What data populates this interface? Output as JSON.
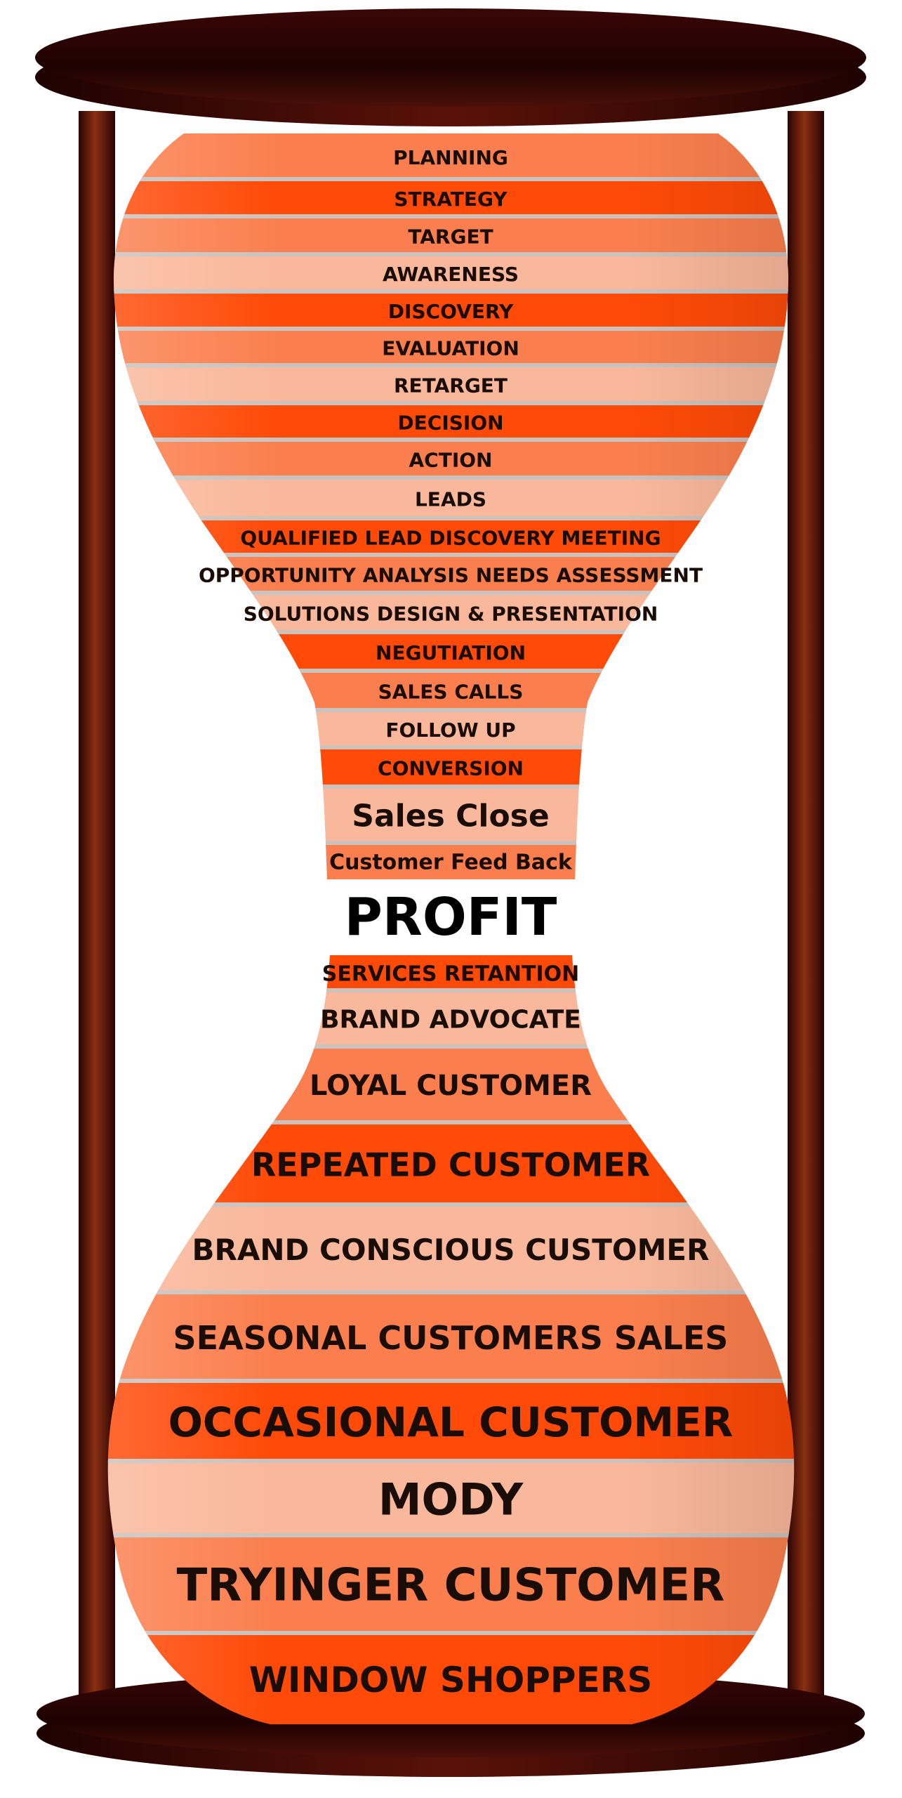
{
  "colors": {
    "wood_dark": "#2a0404",
    "wood_mid": "#5a1208",
    "band_deep": "#ff4a08",
    "band_mid": "#fb7f4e",
    "band_light": "#f9b89b",
    "separator": "#c9c2be"
  },
  "hourglass": {
    "top_stages": [
      {
        "label": "PLANNING",
        "tone": "mid"
      },
      {
        "label": "STRATEGY",
        "tone": "deep"
      },
      {
        "label": "TARGET",
        "tone": "mid"
      },
      {
        "label": "AWARENESS",
        "tone": "light"
      },
      {
        "label": "DISCOVERY",
        "tone": "deep"
      },
      {
        "label": "EVALUATION",
        "tone": "mid"
      },
      {
        "label": "RETARGET",
        "tone": "light"
      },
      {
        "label": "DECISION",
        "tone": "deep"
      },
      {
        "label": "ACTION",
        "tone": "mid"
      },
      {
        "label": "LEADS",
        "tone": "light"
      },
      {
        "label": "QUALIFIED LEAD DISCOVERY MEETING",
        "tone": "deep"
      },
      {
        "label": "OPPORTUNITY ANALYSIS NEEDS ASSESSMENT",
        "tone": "mid"
      },
      {
        "label": "SOLUTIONS DESIGN & PRESENTATION",
        "tone": "light"
      },
      {
        "label": "NEGUTIATION",
        "tone": "deep"
      },
      {
        "label": "SALES CALLS",
        "tone": "mid"
      },
      {
        "label": "FOLLOW UP",
        "tone": "light"
      },
      {
        "label": "CONVERSION",
        "tone": "deep"
      },
      {
        "label": "Sales Close",
        "tone": "light"
      },
      {
        "label": "Customer Feed Back",
        "tone": "mid"
      }
    ],
    "center_label": "PROFIT",
    "bottom_stages": [
      {
        "label": "SERVICES RETANTION",
        "tone": "deep"
      },
      {
        "label": "BRAND ADVOCATE",
        "tone": "light"
      },
      {
        "label": "LOYAL CUSTOMER",
        "tone": "mid"
      },
      {
        "label": "REPEATED CUSTOMER",
        "tone": "deep"
      },
      {
        "label": "BRAND CONSCIOUS CUSTOMER",
        "tone": "light"
      },
      {
        "label": "SEASONAL CUSTOMERS SALES",
        "tone": "mid"
      },
      {
        "label": "OCCASIONAL CUSTOMER",
        "tone": "deep"
      },
      {
        "label": "MODY",
        "tone": "light"
      },
      {
        "label": "TRYINGER CUSTOMER",
        "tone": "mid"
      },
      {
        "label": "WINDOW SHOPPERS",
        "tone": "deep"
      }
    ]
  }
}
